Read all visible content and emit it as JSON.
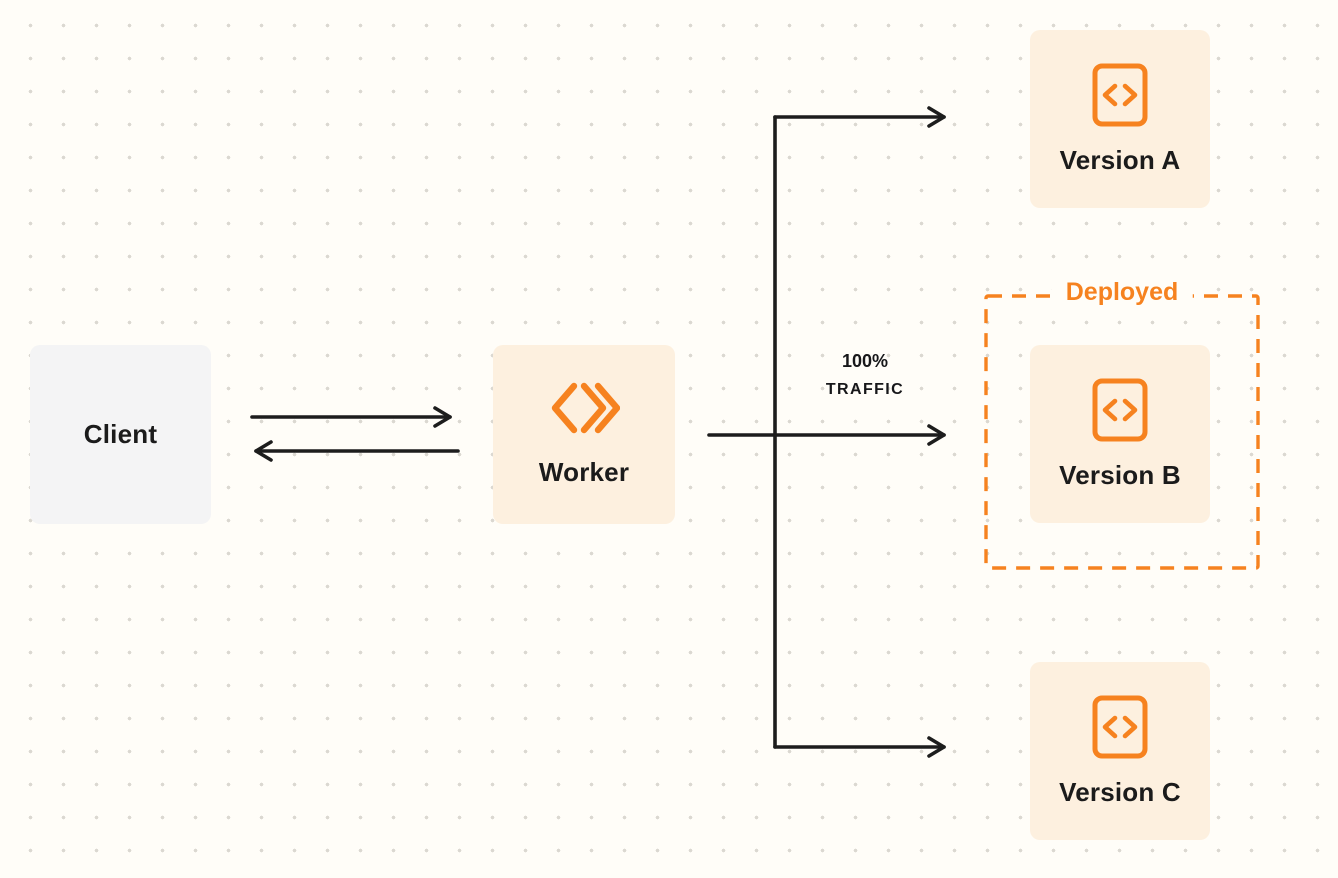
{
  "diagram": {
    "client": {
      "label": "Client"
    },
    "worker": {
      "label": "Worker"
    },
    "versions": [
      {
        "label": "Version A"
      },
      {
        "label": "Version B"
      },
      {
        "label": "Version C"
      }
    ],
    "deployed": {
      "label": "Deployed"
    },
    "traffic": {
      "line1": "100%",
      "line2": "TRAFFIC"
    },
    "colors": {
      "accent_orange": "#f6821f",
      "node_cream": "#fdf0df",
      "node_gray": "#f4f4f5",
      "arrow_dark": "#1d1d1d"
    },
    "icons": {
      "worker_box": "workers-logo-icon",
      "version_box": "code-icon"
    }
  }
}
